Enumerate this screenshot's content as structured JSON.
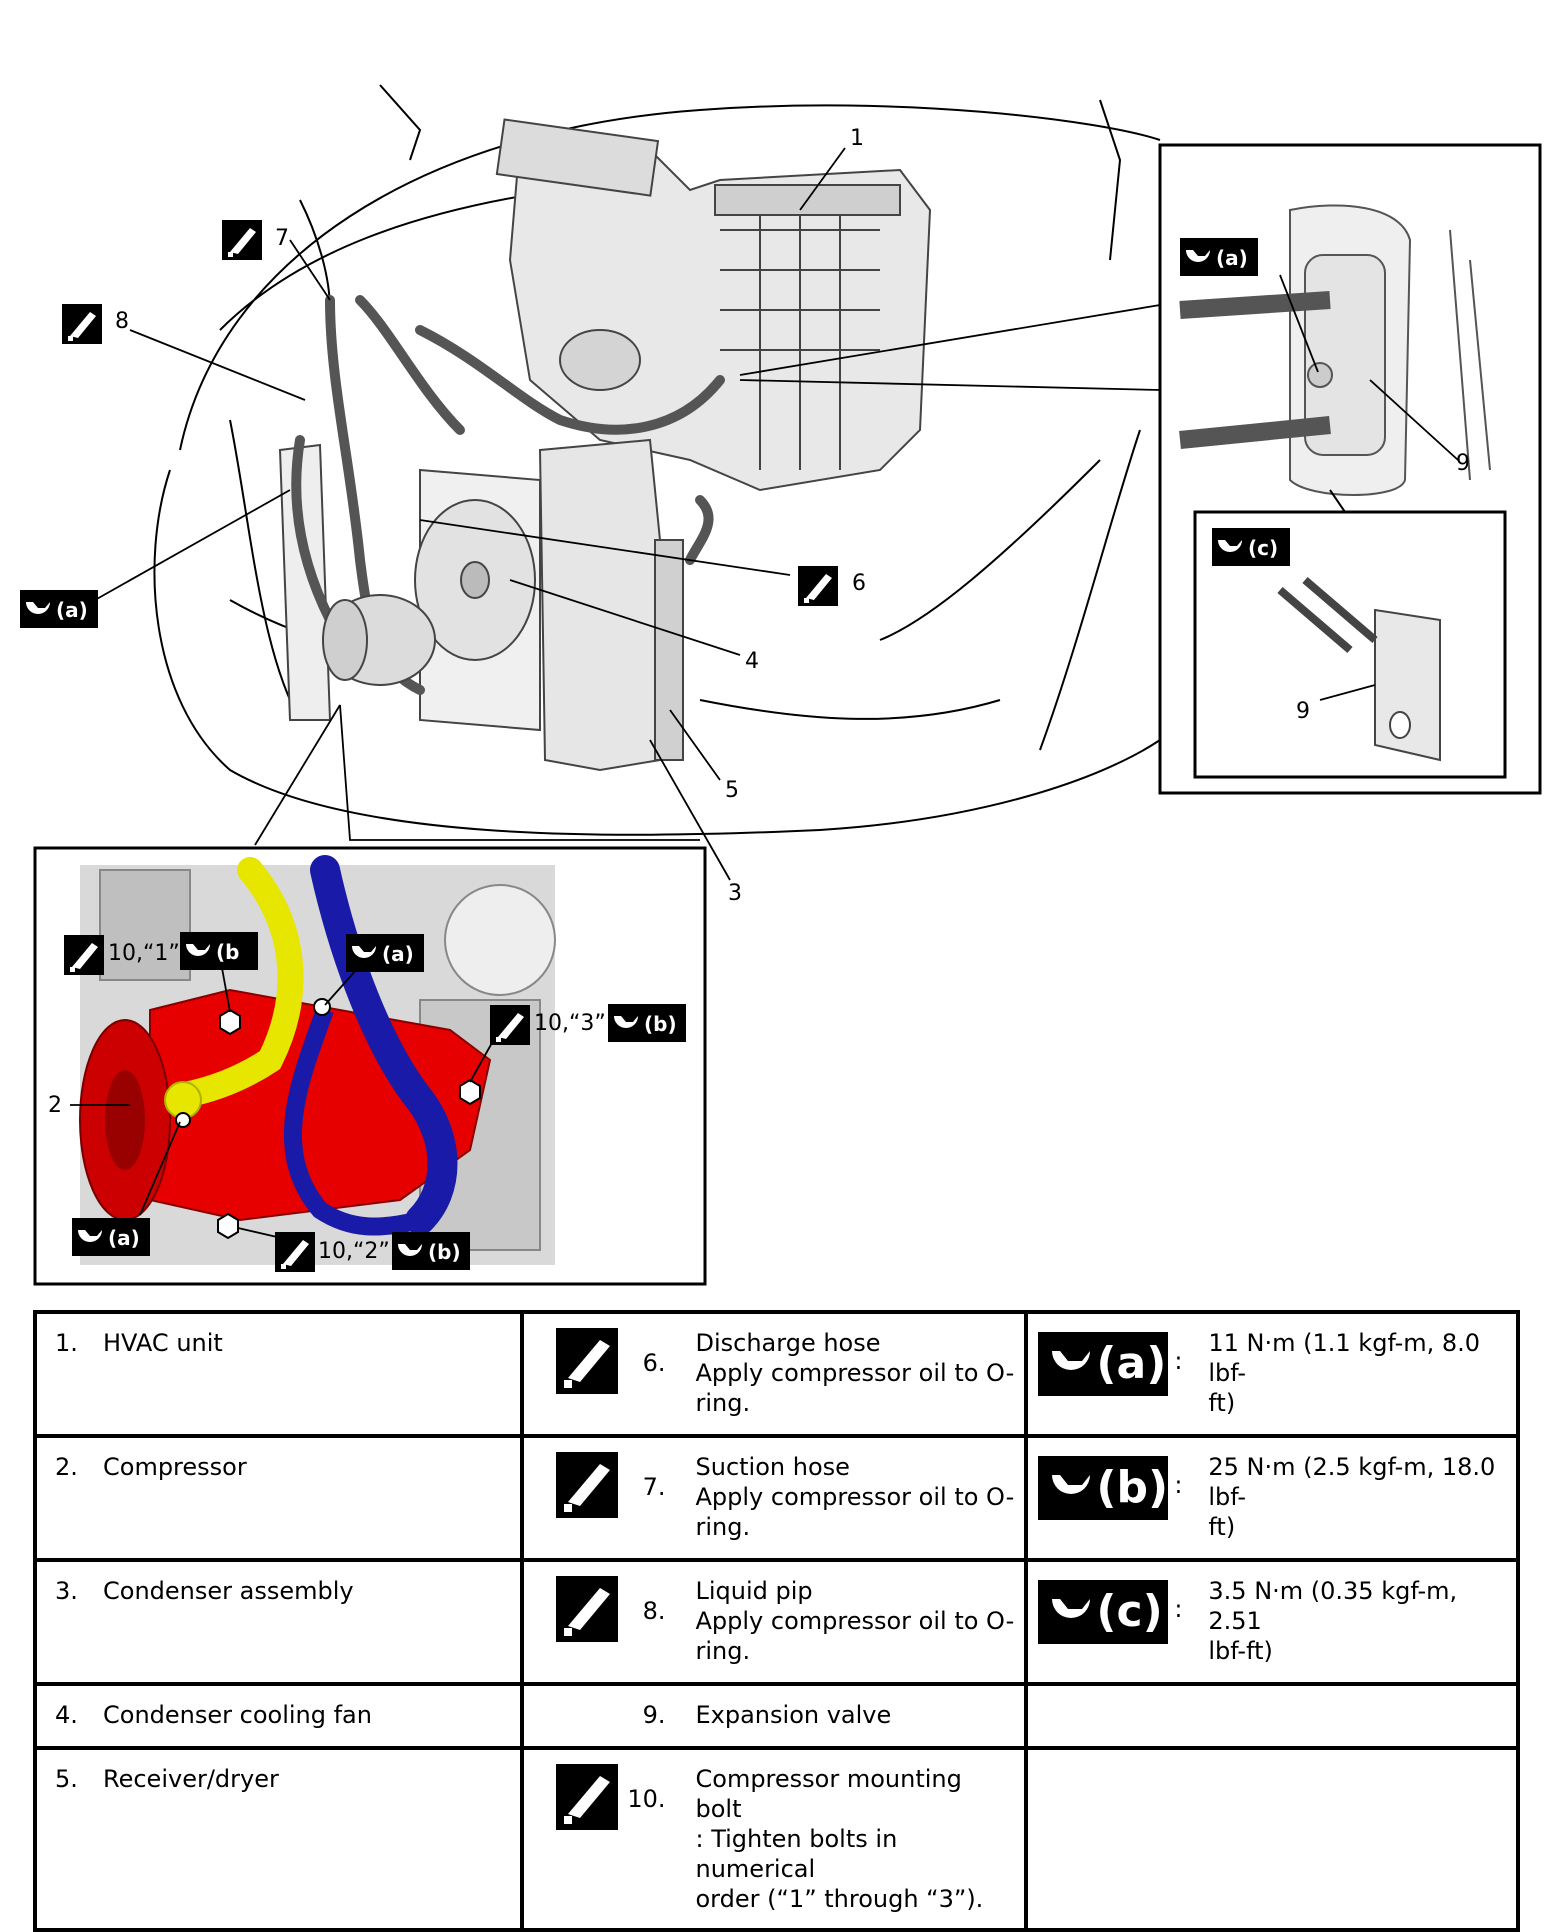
{
  "diagram": {
    "callouts": {
      "n1": "1",
      "n2": "2",
      "n3": "3",
      "n4": "4",
      "n5": "5",
      "n6": "6",
      "n7": "7",
      "n8": "8",
      "n9_top": "9",
      "n9_bottom": "9"
    },
    "tags": {
      "a_left": "(a)",
      "a_top_inset": "(a)",
      "c_inset": "(c)",
      "b_1": "(b",
      "a_mid": "(a)",
      "b_3": "(b)",
      "a_bottom": "(a)",
      "b_2": "(b)"
    },
    "inset_labels": {
      "bolt1": "10,“1”",
      "bolt3": "10,“3”",
      "bolt2": "10,“2”"
    }
  },
  "legend": {
    "col1": [
      {
        "num": "1.",
        "label": "HVAC unit"
      },
      {
        "num": "2.",
        "label": "Compressor"
      },
      {
        "num": "3.",
        "label": "Condenser assembly"
      },
      {
        "num": "4.",
        "label": "Condenser cooling fan"
      },
      {
        "num": "5.",
        "label": "Receiver/dryer"
      }
    ],
    "col2": [
      {
        "num": "6.",
        "line1": "Discharge hose",
        "line2": "Apply compressor oil to O-",
        "line3": "ring."
      },
      {
        "num": "7.",
        "line1": "Suction hose",
        "line2": "Apply compressor oil to O-",
        "line3": "ring."
      },
      {
        "num": "8.",
        "line1": "Liquid pip",
        "line2": "Apply compressor oil to O-",
        "line3": "ring."
      },
      {
        "num": "9.",
        "line1": "Expansion valve"
      },
      {
        "num": "10.",
        "line1": "Compressor mounting bolt",
        "line2": ": Tighten bolts in numerical",
        "line3": "order (“1” through “3”)."
      }
    ],
    "col3": [
      {
        "letter": "(a)",
        "colon": ":",
        "line1": "11 N·m (1.1 kgf-m, 8.0 lbf-",
        "line2": "ft)"
      },
      {
        "letter": "(b)",
        "colon": ":",
        "line1": "25 N·m (2.5 kgf-m, 18.0 lbf-",
        "line2": "ft)"
      },
      {
        "letter": "(c)",
        "colon": ":",
        "line1": "3.5 N·m (0.35 kgf-m, 2.51",
        "line2": "lbf-ft)"
      }
    ]
  },
  "colors": {
    "compressor": "#e60000",
    "suction_hose": "#1a1aa8",
    "discharge_hose": "#e6e600",
    "line": "#000000"
  },
  "icons": [
    "torque-wrench-icon",
    "oil-can-icon"
  ]
}
